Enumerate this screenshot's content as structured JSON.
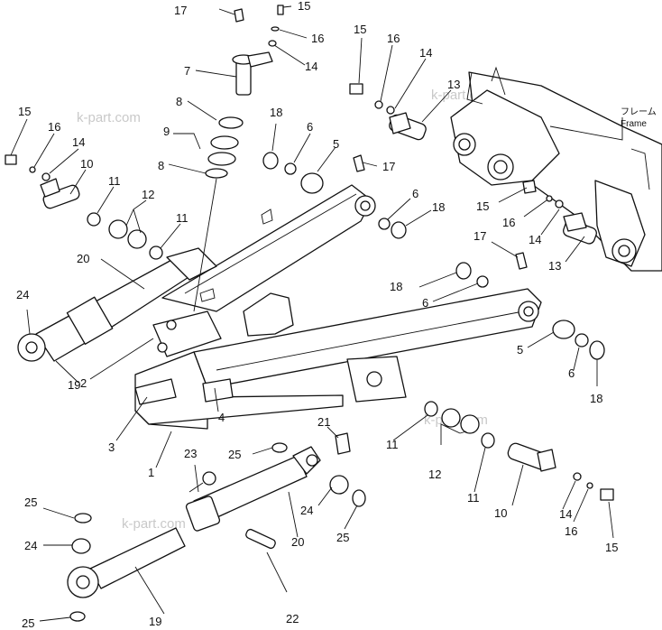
{
  "watermark": "k-part.com",
  "frame_label_jp": "フレーム",
  "frame_label_en": "Frame",
  "callouts": {
    "c1": "1",
    "c2": "2",
    "c3": "3",
    "c4": "4",
    "c5a": "5",
    "c5b": "5",
    "c6a": "6",
    "c6b": "6",
    "c6c": "6",
    "c6d": "6",
    "c7": "7",
    "c8a": "8",
    "c8b": "8",
    "c9": "9",
    "c10a": "10",
    "c10b": "10",
    "c11a": "11",
    "c11b": "11",
    "c11c": "11",
    "c11d": "11",
    "c12a": "12",
    "c12b": "12",
    "c13a": "13",
    "c13b": "13",
    "c14a": "14",
    "c14b": "14",
    "c14c": "14",
    "c14d": "14",
    "c14e": "14",
    "c15a": "15",
    "c15b": "15",
    "c15c": "15",
    "c15d": "15",
    "c15e": "15",
    "c16a": "16",
    "c16b": "16",
    "c16c": "16",
    "c16d": "16",
    "c16e": "16",
    "c17a": "17",
    "c17b": "17",
    "c17c": "17",
    "c18a": "18",
    "c18b": "18",
    "c18c": "18",
    "c18d": "18",
    "c19a": "19",
    "c19b": "19",
    "c20a": "20",
    "c20b": "20",
    "c21": "21",
    "c22": "22",
    "c23": "23",
    "c24a": "24",
    "c24b": "24",
    "c24c": "24",
    "c25a": "25",
    "c25b": "25",
    "c25c": "25",
    "c25d": "25"
  }
}
